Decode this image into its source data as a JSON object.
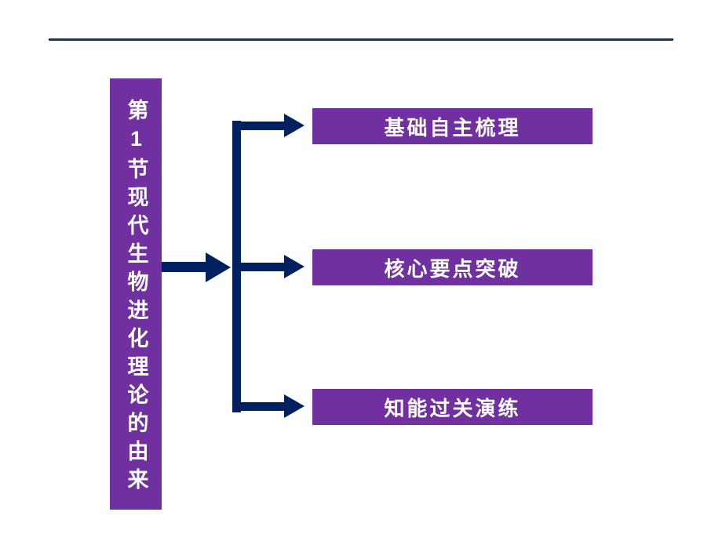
{
  "colors": {
    "background": "#ffffff",
    "accent-purple": "#7030A0",
    "accent-navy": "#002060",
    "divider-blue": "#17365D"
  },
  "sidebar": {
    "title": "第1节现代生物进化理论的由来"
  },
  "branches": [
    {
      "label": "基础自主梳理"
    },
    {
      "label": "核心要点突破"
    },
    {
      "label": "知能过关演练"
    }
  ]
}
